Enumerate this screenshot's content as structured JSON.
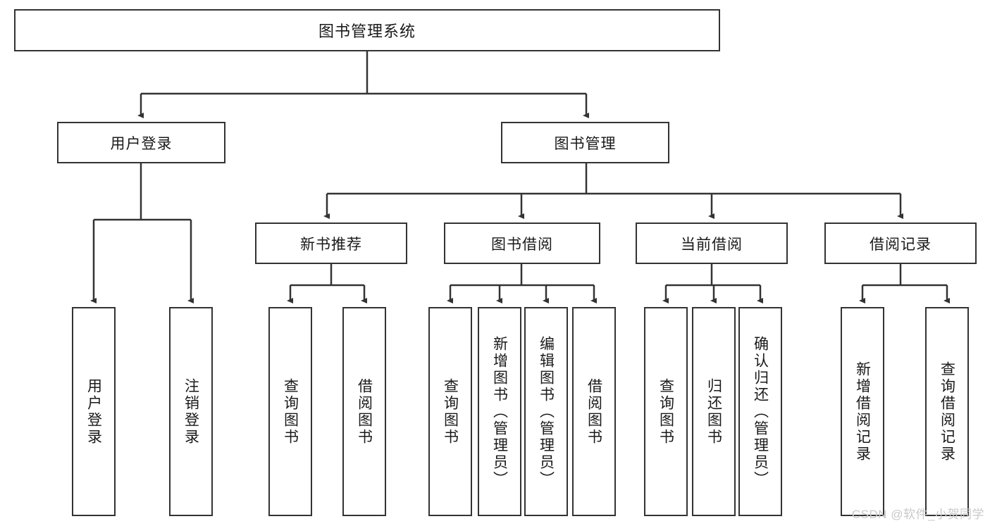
{
  "diagram": {
    "title": "图书管理系统",
    "type": "tree-hierarchy-diagram",
    "colors": {
      "stroke": "#333333",
      "fill": "#ffffff",
      "text": "#1a1a1a",
      "watermark": "#c9c9c9"
    },
    "nodes": {
      "root": {
        "label": "图书管理系统"
      },
      "level2": [
        {
          "id": "user-login",
          "label": "用户登录"
        },
        {
          "id": "book-manage",
          "label": "图书管理"
        }
      ],
      "level3": [
        {
          "id": "new-book-recommend",
          "label": "新书推荐"
        },
        {
          "id": "book-borrow",
          "label": "图书借阅"
        },
        {
          "id": "current-borrow",
          "label": "当前借阅"
        },
        {
          "id": "borrow-record",
          "label": "借阅记录"
        }
      ],
      "leaves": {
        "user-login": [
          {
            "id": "leaf-user-login",
            "label": "用户登录"
          },
          {
            "id": "leaf-user-logout",
            "label": "注销登录"
          }
        ],
        "new-book-recommend": [
          {
            "id": "leaf-query-book-1",
            "label": "查询图书"
          },
          {
            "id": "leaf-borrow-book-1",
            "label": "借阅图书"
          }
        ],
        "book-borrow": [
          {
            "id": "leaf-query-book-2",
            "label": "查询图书"
          },
          {
            "id": "leaf-add-book",
            "label": "新增图书（管理员）"
          },
          {
            "id": "leaf-edit-book",
            "label": "编辑图书（管理员）"
          },
          {
            "id": "leaf-borrow-book-2",
            "label": "借阅图书"
          }
        ],
        "current-borrow": [
          {
            "id": "leaf-query-book-3",
            "label": "查询图书"
          },
          {
            "id": "leaf-return-book",
            "label": "归还图书"
          },
          {
            "id": "leaf-confirm-return",
            "label": "确认归还（管理员）"
          }
        ],
        "borrow-record": [
          {
            "id": "leaf-add-record",
            "label": "新增借阅记录"
          },
          {
            "id": "leaf-query-record",
            "label": "查询借阅记录"
          }
        ]
      }
    },
    "watermark": "CSDN @软件_小贺同学"
  }
}
